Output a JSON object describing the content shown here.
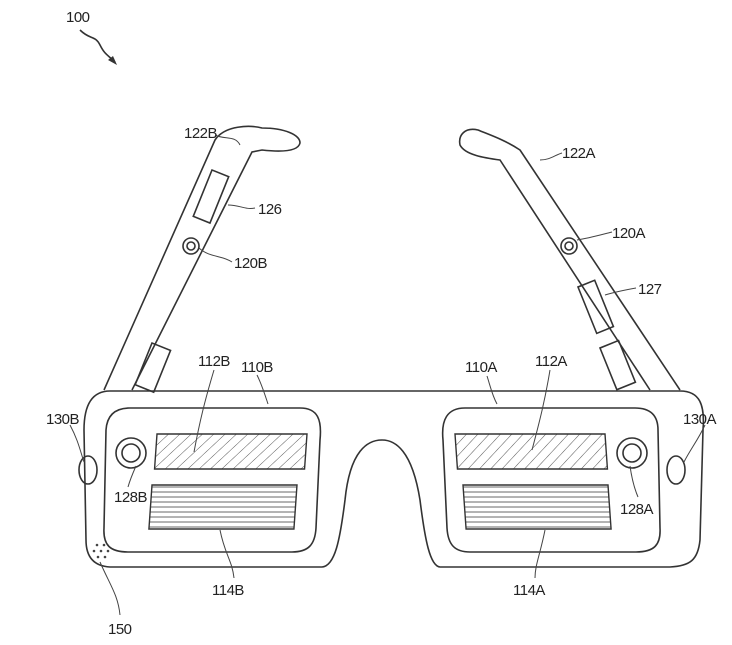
{
  "figure": {
    "ref_main": "100",
    "labels": {
      "temple_b": "122B",
      "component_126": "126",
      "hinge_b": "120B",
      "display_upper_b": "112B",
      "lens_b": "110B",
      "sensor_b": "130B",
      "camera_b": "128B",
      "display_lower_b": "114B",
      "speaker": "150",
      "temple_a": "122A",
      "hinge_a": "120A",
      "component_127": "127",
      "lens_a": "110A",
      "display_upper_a": "112A",
      "sensor_a": "130A",
      "camera_a": "128A",
      "display_lower_a": "114A"
    }
  }
}
